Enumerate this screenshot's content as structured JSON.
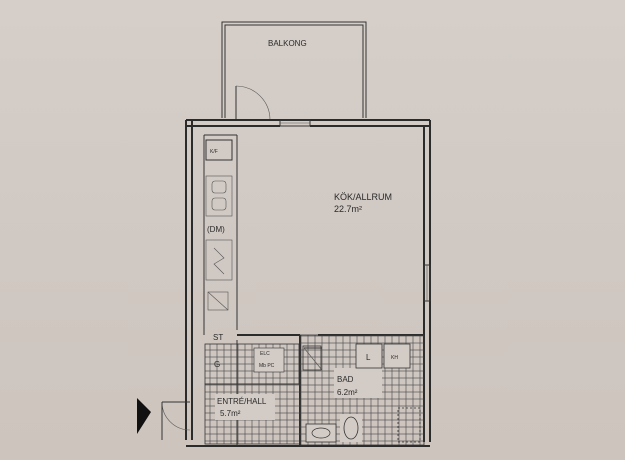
{
  "plan": {
    "balcony_label": "BALKONG",
    "kitchen_label": "KÖK/ALLRUM",
    "kitchen_area": "22.7m²",
    "kf_label": "K/F",
    "dm_label": "(DM)",
    "st_label": "ST",
    "g_label": "G",
    "elc_label_1": "ELC",
    "elc_label_2": "Mb PC",
    "hall_label": "ENTRÉ/HALL",
    "hall_area": "5.7m²",
    "bath_label": "BAD",
    "bath_area": "6.2m²",
    "l_label": "L",
    "kh_label": "KH"
  },
  "colors": {
    "paper": "#d2cac4",
    "line": "#2b2b2b",
    "entrance_arrow": "#111111"
  }
}
